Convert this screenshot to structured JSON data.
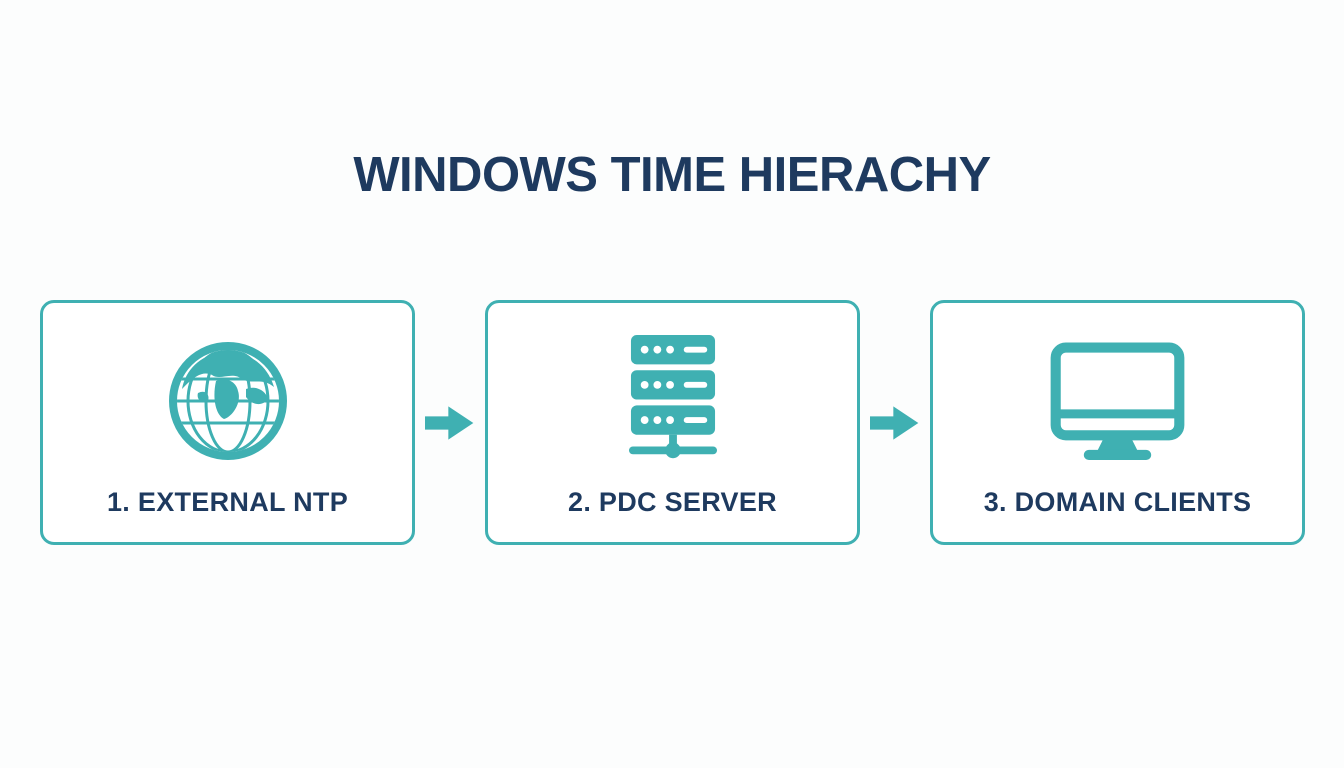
{
  "title": "WINDOWS TIME HIERACHY",
  "colors": {
    "accent": "#3fb0b2",
    "heading": "#1e3a5f",
    "background": "#fcfdfd",
    "node_fill": "#ffffff"
  },
  "flow": {
    "nodes": [
      {
        "label": "1. EXTERNAL NTP",
        "icon": "globe-icon"
      },
      {
        "label": "2. PDC SERVER",
        "icon": "server-icon"
      },
      {
        "label": "3. DOMAIN CLIENTS",
        "icon": "monitor-icon"
      }
    ],
    "connectors": [
      {
        "icon": "arrow-right-icon",
        "direction": "right"
      },
      {
        "icon": "arrow-right-icon",
        "direction": "right"
      }
    ]
  }
}
